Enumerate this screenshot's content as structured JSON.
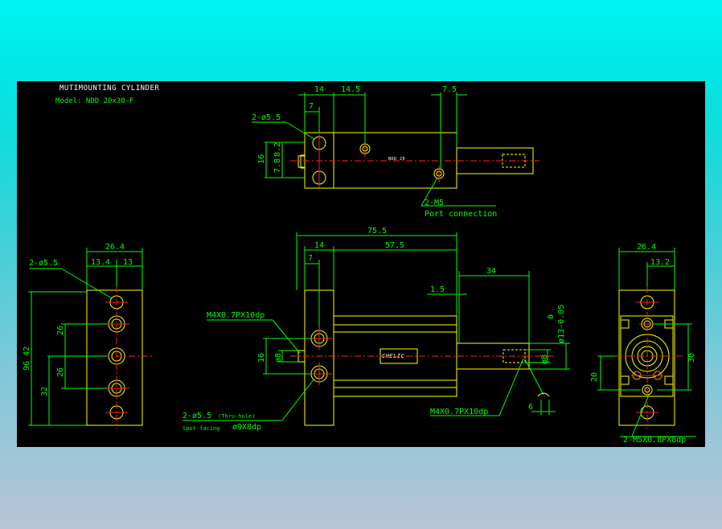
{
  "title": {
    "line1": "MUTIMOUNTING CYLINDER",
    "line2": "Model: NDD 20x30-F"
  },
  "colors": {
    "outline": "#ffff00",
    "dimension": "#00ff00",
    "centerline": "#ff2020",
    "text": "#ffffff",
    "background": "#000000"
  },
  "top_view": {
    "dim_14": "14",
    "dim_14_5": "14.5",
    "dim_7_5": "7.5",
    "dim_7": "7",
    "hole_note": "2-ø5.5",
    "dim_16": "16",
    "dim_7_8": "7.8",
    "dim_8_2": "8.2",
    "port_note": "2-M5",
    "port_note2": "Port connection",
    "body_label": "NDD 20"
  },
  "left_view": {
    "dim_26_4": "26.4",
    "dim_13_4": "13.4",
    "dim_13": "13",
    "hole_note": "2-ø5.5",
    "dim_26a": "26",
    "dim_26b": "26",
    "dim_32": "32",
    "dim_96": "96 42"
  },
  "front_view": {
    "dim_75_5": "75.5",
    "dim_14": "14",
    "dim_57_5": "57.5",
    "dim_7": "7",
    "dim_34": "34",
    "dim_1_5": "1.5",
    "tol_0": "0",
    "tol_diam": "ø13-0.05",
    "thread_note_left": "M4X0.7PX10dp",
    "dim_16": "16",
    "dim_d8_left": "ø8",
    "dim_d8_right": "ø8",
    "thread_note_right": "M4X0.7PX10dp",
    "dim_6": "6",
    "hole_note": "2-ø5.5",
    "thru_note": "(Thru-hole)",
    "spot_note": "Spot facing",
    "spot_dim": "ø9X8dp",
    "body_label": "CHELIC"
  },
  "right_view": {
    "dim_26_4": "26.4",
    "dim_13_2": "13.2",
    "dim_30": "30",
    "dim_20": "20",
    "thread_note": "2-M5X0.8PX8dp"
  }
}
